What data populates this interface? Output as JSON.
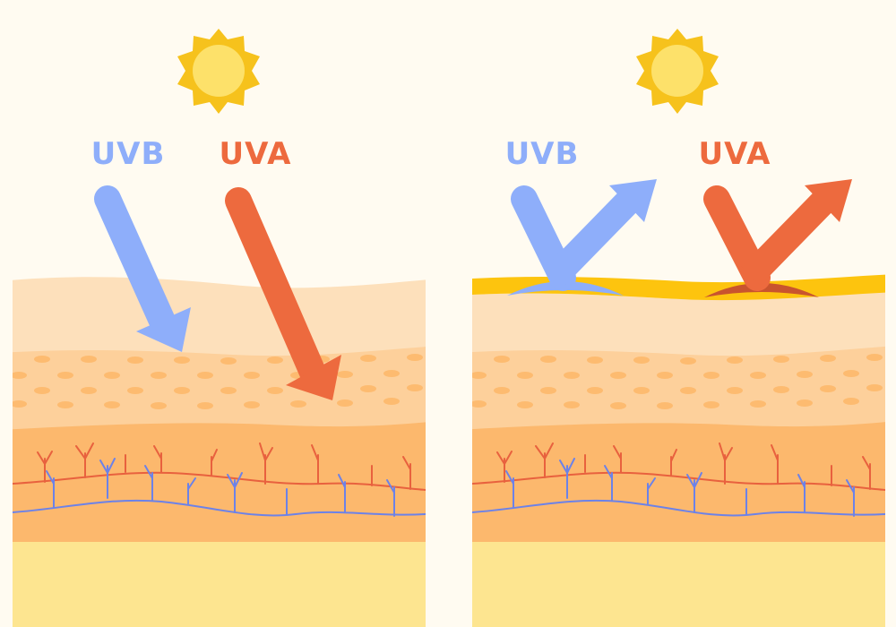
{
  "panels": [
    {
      "uvb": {
        "label": "UVB"
      },
      "uva": {
        "label": "UVA"
      }
    },
    {
      "uvb": {
        "label": "UVB"
      },
      "uva": {
        "label": "UVA"
      }
    }
  ],
  "colors": {
    "background": "#fffbf1",
    "sun": "#fde16a",
    "sun_rays": "#f6c21c",
    "uvb": "#8eaefa",
    "uva": "#ed6a3e",
    "epidermis": "#fde0bb",
    "dermis_upper": "#fdd09b",
    "dermis_dots": "#fdbb70",
    "dermis_lower": "#fcb86d",
    "subcutis": "#fde590",
    "sunscreen": "#fdc40e",
    "artery": "#e8613e",
    "vein": "#6c82e8"
  },
  "icons": [
    "sun-icon",
    "uvb-arrow-icon",
    "uva-arrow-icon",
    "reflected-arrow-icon"
  ]
}
